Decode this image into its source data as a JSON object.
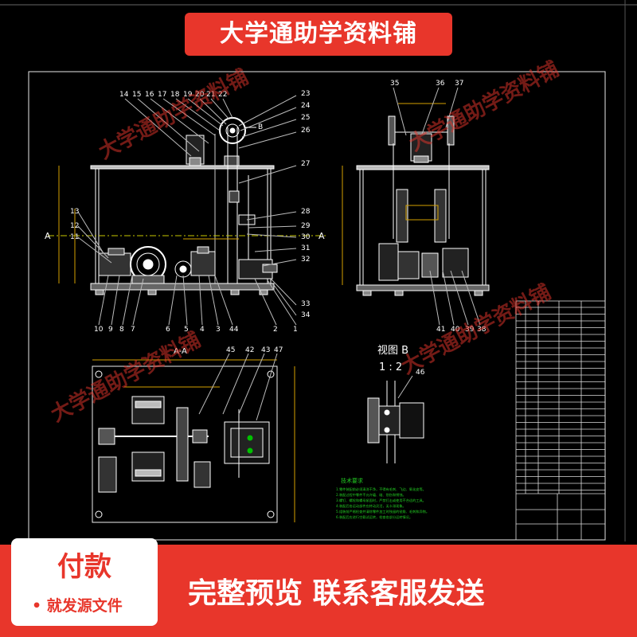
{
  "header": {
    "shop_title": "大学通助学资料铺"
  },
  "watermark": {
    "text": "大学通助学资料铺"
  },
  "drawing": {
    "part_numbers_top_left": [
      "14",
      "15",
      "16",
      "17",
      "18",
      "19",
      "20",
      "21",
      "22"
    ],
    "part_numbers_right": [
      "23",
      "24",
      "25",
      "26",
      "27",
      "28",
      "29",
      "30",
      "31",
      "32",
      "33",
      "34"
    ],
    "part_numbers_bottom": [
      "10",
      "9",
      "8",
      "7",
      "6",
      "5",
      "4",
      "3",
      "44",
      "2",
      "1"
    ],
    "part_numbers_left": [
      "13",
      "12",
      "11"
    ],
    "part_numbers_side_top": [
      "35",
      "36",
      "37"
    ],
    "part_numbers_side_bottom": [
      "41",
      "40",
      "39",
      "38"
    ],
    "part_numbers_plan": [
      "45",
      "42",
      "43",
      "47"
    ],
    "part_number_detail": "46",
    "section_label_left": "A",
    "section_label_right": "A",
    "view_b_arrow": "B",
    "section_view_title": "A-A",
    "detail_view_title": "视图 B",
    "detail_view_scale": "1 : 2",
    "tech_req_title": "技术要求",
    "tech_req_lines": [
      "1.零件装配前必须清洗干净，不得有毛刺、飞边、氧化皮等。",
      "2.装配过程中零件不允许磕、碰、划伤和锈蚀。",
      "3.螺钉、螺栓和螺母紧固时，严禁打击或使用不合适的工具。",
      "4.装配后各运动部件应转动灵活，无卡滞现象。",
      "5.组装前严格检查并清除零件加工时残留的锐角、毛刺和异物。",
      "6.装配后应进行空载试运转，检查各部分运转情况。"
    ]
  },
  "footer": {
    "pay_title": "付款",
    "pay_note": "• 就发源文件",
    "bottom_text": "完整预览  联系客服发送"
  }
}
